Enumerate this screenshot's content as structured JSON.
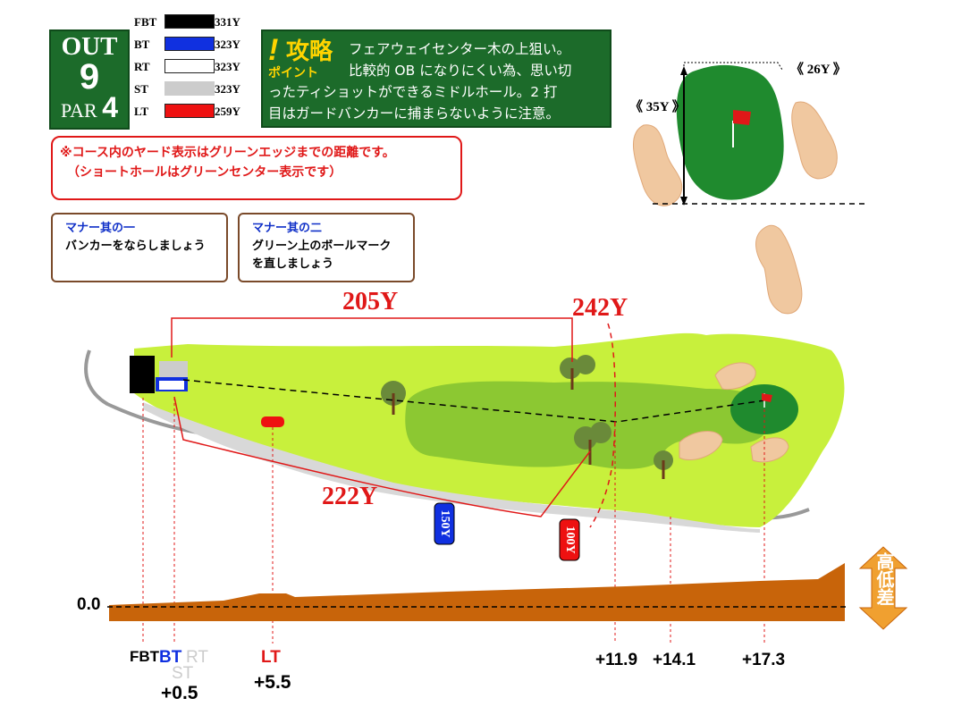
{
  "hole": {
    "side": "OUT",
    "number": "9",
    "par_label": "PAR",
    "par": "4"
  },
  "tees": [
    {
      "name": "FBT",
      "yards": "331Y",
      "color": "#000000"
    },
    {
      "name": "BT",
      "yards": "323Y",
      "color": "#1030e0"
    },
    {
      "name": "RT",
      "yards": "323Y",
      "color": "#ffffff"
    },
    {
      "name": "ST",
      "yards": "323Y",
      "color": "#cccccc"
    },
    {
      "name": "LT",
      "yards": "259Y",
      "color": "#ee1111"
    }
  ],
  "strategy": {
    "mark": "!",
    "title": "攻略",
    "subtitle": "ポイント",
    "line1": "フェアウェイセンター木の上狙い。",
    "line2": "比較的 OB になりにくい為、思い切",
    "line3": "ったティショットができるミドルホール。2 打",
    "line4": "目はガードバンカーに捕まらないように注意。"
  },
  "note": {
    "line1": "※コース内のヤード表示はグリーンエッジまでの距離です。",
    "line2": "（ショートホールはグリーンセンター表示です）"
  },
  "manners": [
    {
      "title": "マナー其の一",
      "line1": "バンカーをならしましょう",
      "line2": ""
    },
    {
      "title": "マナー其の二",
      "line1": "グリーン上のボールマーク",
      "line2": "を直しましょう"
    }
  ],
  "green_detail": {
    "width": "《 26Y 》",
    "depth": "《 35Y 》"
  },
  "yardages": {
    "y205": "205Y",
    "y242": "242Y",
    "y222": "222Y"
  },
  "markers": {
    "m150": "150Y",
    "m100": "100Y"
  },
  "elevation": {
    "zero": "0.0",
    "label": "高低差",
    "fbt": "FBT",
    "bt": "BT",
    "rt": "RT",
    "st": "ST",
    "bt_diff": "+0.5",
    "lt": "LT",
    "lt_diff": "+5.5",
    "d1": "+11.9",
    "d2": "+14.1",
    "d3": "+17.3"
  },
  "colors": {
    "fairway_green": "#1c6b2a",
    "rough": "#c8f03c",
    "fairway": "#8cc832",
    "green": "#1f8a2e",
    "bunker": "#f0c8a0",
    "elevation": "#c8640a",
    "accent_red": "#e01818"
  }
}
